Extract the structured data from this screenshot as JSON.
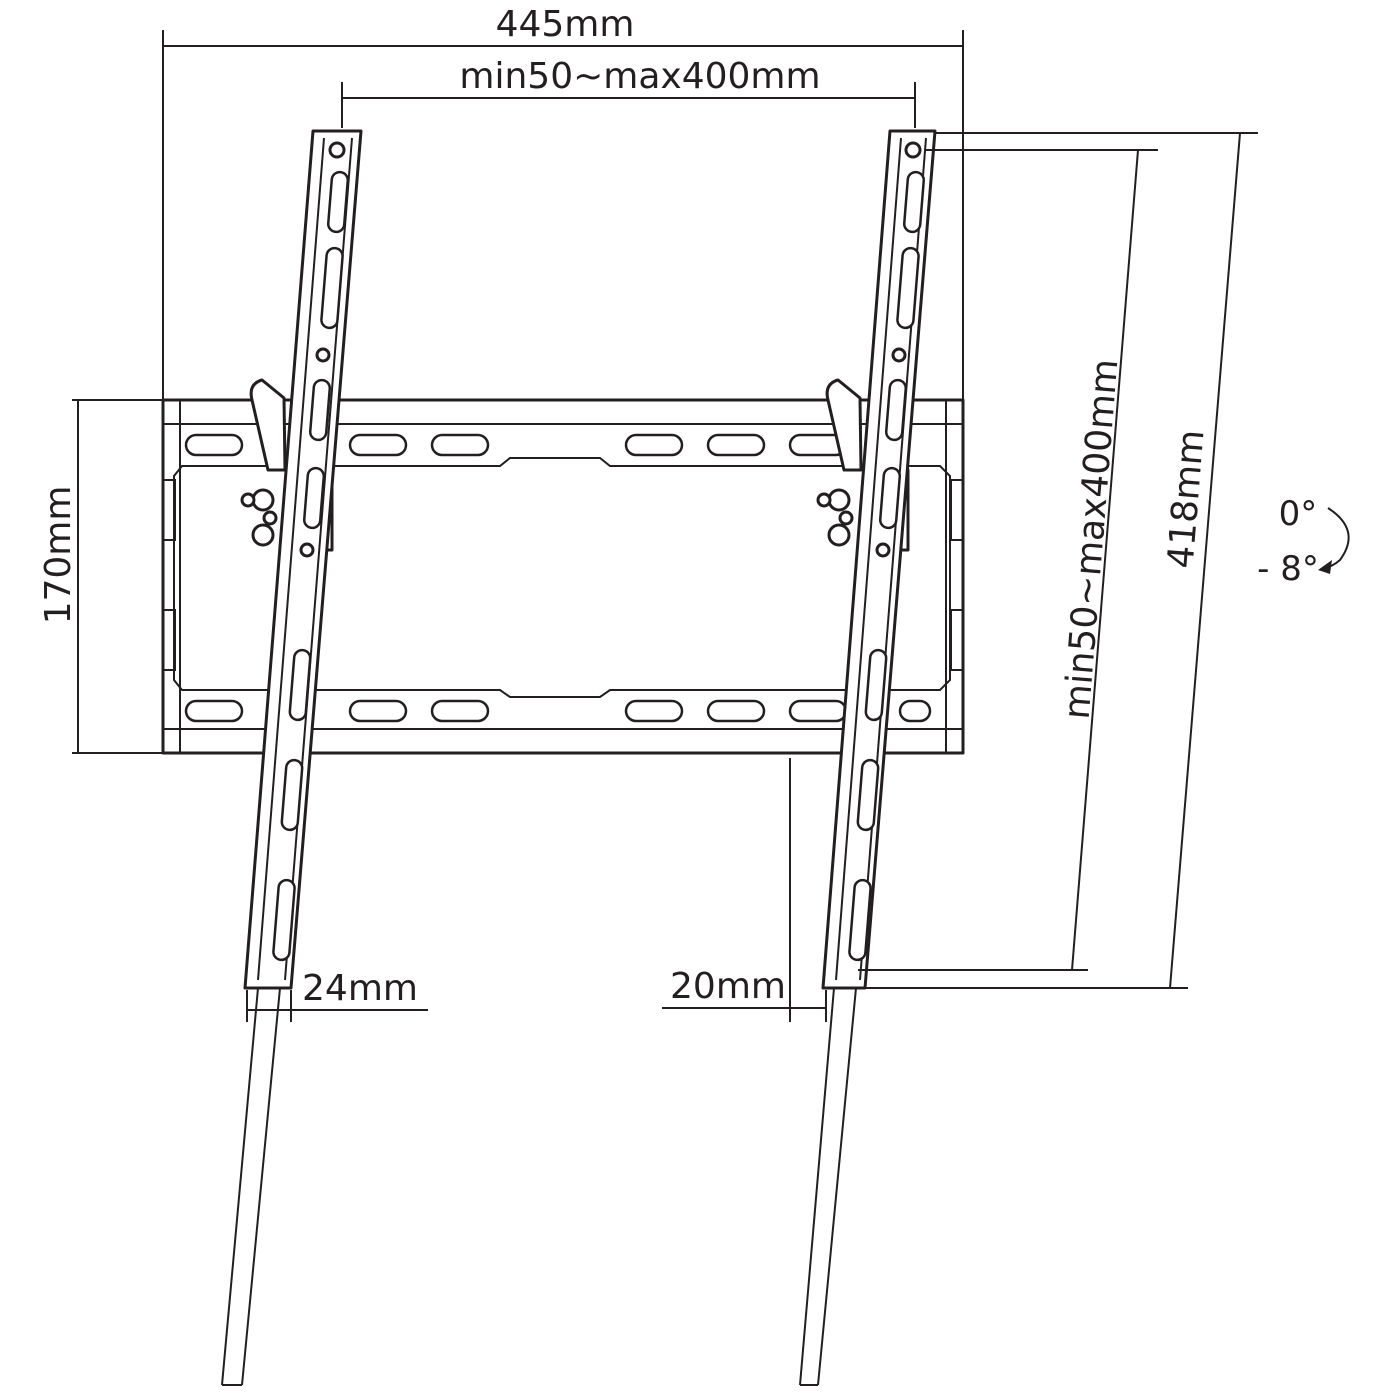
{
  "dimensions": {
    "overall_width": "445mm",
    "vesa_horizontal": "min50~max400mm",
    "plate_height": "170mm",
    "vesa_vertical": "min50~max400mm",
    "overall_height": "418mm",
    "left_arm_width": "24mm",
    "right_arm_width": "20mm"
  },
  "tilt": {
    "max_angle": "0°",
    "min_angle": "- 8°"
  },
  "colors": {
    "line": "#231f20",
    "background": "#ffffff"
  }
}
